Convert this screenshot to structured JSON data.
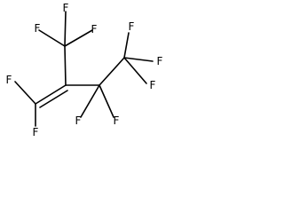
{
  "molecule": {
    "atoms": [
      {
        "id": "F_top_left",
        "label": "F"
      },
      {
        "id": "F_top_center",
        "label": "F"
      },
      {
        "id": "F_top_right",
        "label": "F"
      },
      {
        "id": "F_upper_left",
        "label": "F"
      },
      {
        "id": "F_right_top",
        "label": "F"
      },
      {
        "id": "F_right",
        "label": "F"
      },
      {
        "id": "F_lower_left",
        "label": "F"
      },
      {
        "id": "F_bottom_center_left",
        "label": "F"
      },
      {
        "id": "F_bottom_center_right",
        "label": "F"
      },
      {
        "id": "F_lower_right",
        "label": "F"
      }
    ]
  },
  "colors": {
    "line": "#000000",
    "text": "#000000",
    "background": "#ffffff"
  }
}
